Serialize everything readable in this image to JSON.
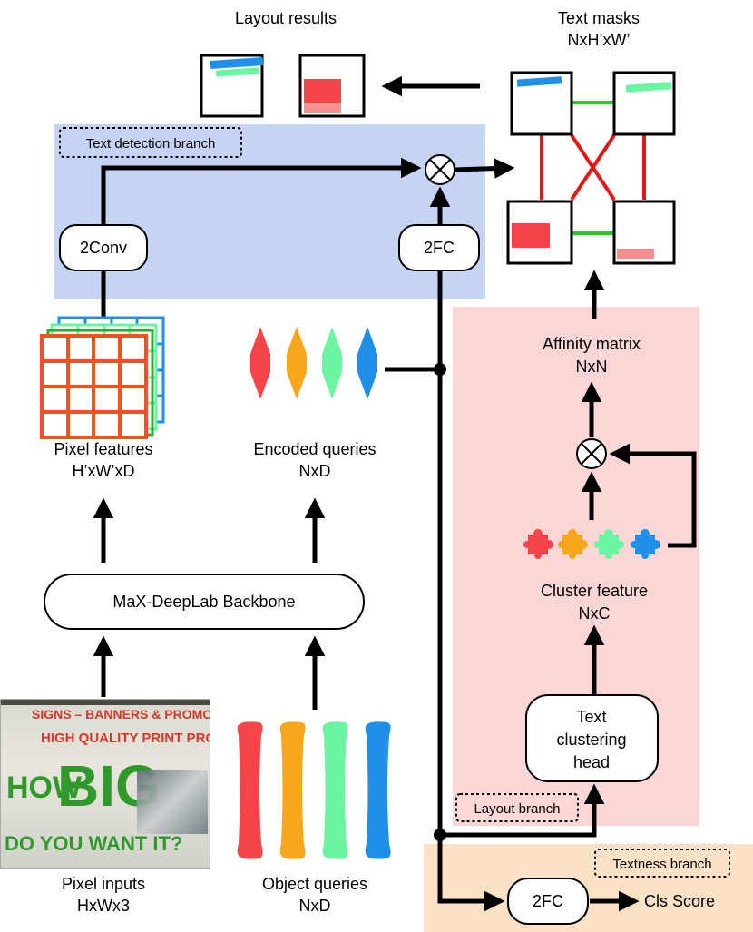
{
  "labels": {
    "layout_results": "Layout results",
    "text_masks": "Text masks",
    "text_masks_dim": "NxH’xW’",
    "text_detection_branch": "Text detection branch",
    "conv2": "2Conv",
    "fc_detection": "2FC",
    "pixel_features": "Pixel features",
    "pixel_features_dim": "H’xW’xD",
    "encoded_queries": "Encoded queries",
    "encoded_queries_dim": "NxD",
    "backbone": "MaX-DeepLab Backbone",
    "pixel_inputs": "Pixel inputs",
    "pixel_inputs_dim": "HxWx3",
    "object_queries": "Object queries",
    "object_queries_dim": "NxD",
    "affinity_matrix": "Affinity matrix",
    "affinity_matrix_dim": "NxN",
    "cluster_feature": "Cluster feature",
    "cluster_feature_dim": "NxC",
    "text_clustering_head": [
      "Text",
      "clustering",
      "head"
    ],
    "layout_branch": "Layout branch",
    "textness_branch": "Textness branch",
    "fc_textness": "2FC",
    "cls_score": "Cls Score"
  },
  "photo_text": {
    "line1": "SIGNS – BANNERS & PROMOTIONA",
    "line2": "HIGH QUALITY PRINT PRODUCTS",
    "how": "HOW",
    "big": "BIG",
    "line3": "DO YOU WANT IT?"
  },
  "colors": {
    "detection_branch_bg": "#c6d3f5",
    "layout_branch_bg": "#fbd6d6",
    "textness_branch_bg": "#fbe1c6",
    "query_red": "#f4444a",
    "query_orange": "#f7a71b",
    "query_green": "#6cf5a0",
    "query_blue": "#1f8fe8",
    "edge_green": "#22cc22",
    "edge_red": "#e01818"
  }
}
